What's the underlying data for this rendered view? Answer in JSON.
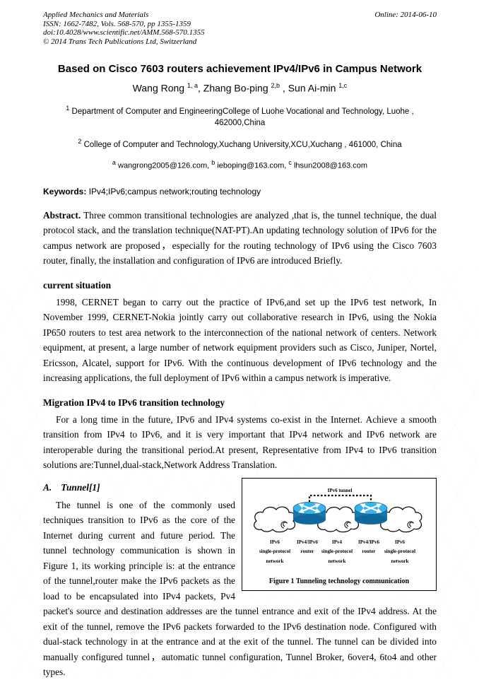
{
  "header": {
    "journal": "Applied Mechanics and Materials",
    "issn_line": "ISSN: 1662-7482, Vols. 568-570, pp 1355-1359",
    "doi_line": "doi:10.4028/www.scientific.net/AMM.568-570.1355",
    "copyright_line": "© 2014 Trans Tech Publications Ltd, Switzerland",
    "online_date": "Online: 2014-06-10"
  },
  "title": "Based on Cisco 7603 routers achievement IPv4/IPv6 in Campus Network",
  "authors": [
    {
      "name": "Wang Rong ",
      "sup": "1, a"
    },
    {
      "name": ", Zhang Bo-ping ",
      "sup": "2,b"
    },
    {
      "name": " , Sun Ai-min ",
      "sup": "1,c"
    }
  ],
  "affiliations": [
    {
      "sup": "1",
      "text": " Department of Computer and EngineeringCollege of Luohe Vocational and Technology, Luohe , 462000,China"
    },
    {
      "sup": "2",
      "text": " College of Computer and Technology,Xuchang University,XCU,Xuchang , 461000, China"
    }
  ],
  "emails": [
    {
      "sup": "a",
      "text": " wangrong2005@126.com, "
    },
    {
      "sup": "b",
      "text": " ieboping@163.com, "
    },
    {
      "sup": "c",
      "text": " lhsun2008@163.com"
    }
  ],
  "keywords": {
    "label": "Keywords:",
    "text": " IPv4;IPv6;campus network;routing technology"
  },
  "abstract": {
    "label": "Abstract.",
    "text": " Three common transitional technologies are analyzed ,that is, the tunnel technique, the dual protocol stack, and the translation technique(NAT-PT).An updating technology solution of IPv6 for the campus network are proposed，especially for the routing technology of IPv6 using the Cisco 7603 router, finally, the installation and configuration of IPv6 are introduced Briefly."
  },
  "sections": [
    {
      "heading": "current situation",
      "paragraph": "1998, CERNET began to carry out the practice of IPv6,and set up the IPv6 test network, In November 1999, CERNET-Nokia jointly carry out collaborative research in IPv6, using the Nokia IP650 routers to test area network to the interconnection of the national network of centers. Network equipment, at present, a large number of network equipment providers such as Cisco, Juniper, Nortel, Ericsson, Alcatel, support for IPv6. With the continuous development of IPv6 technology and the increasing applications, the full deployment of IPv6 within a campus network is imperative."
    },
    {
      "heading": "Migration IPv4 to IPv6 transition technology",
      "paragraph": "For a long time in the future, IPv6 and IPv4 systems co-exist in the Internet. Achieve a smooth transition from IPv4 to IPv6, and it is very important that IPv4 network and IPv6 network are interoperable during the transitional period.At present, Representative from IPv4 to IPv6 transition solutions are:Tunnel,dual-stack,Network Address Translation."
    }
  ],
  "tunnel_subsection": {
    "label": "A.",
    "title": "Tunnel[1]",
    "paragraph": "The tunnel is one of the commonly used techniques transition to IPv6 as the core of the Internet during current and future period. The tunnel technology communication is shown in Figure 1, its working principle is: at the entrance of the tunnel,router make the IPv6 packets as the load to be encapsulated into IPv4 packets, Pv4 packet's source and destination addresses are the tunnel entrance and exit of the IPv4 address. At the exit of the tunnel, remove the IPv6 packets forwarded to the IPv6 destination node. Configured with dual-stack technology in at the entrance and at the exit of the tunnel. The tunnel can be divided into manually configured tunnel，automatic tunnel configuration, Tunnel Broker, 6over4, 6to4 and other types."
  },
  "figure": {
    "caption": "Figure 1 Tunneling technology communication",
    "tunnel_label": "IPv6 tunnel",
    "colors": {
      "router_top": "#3ab3e6",
      "router_body": "#1779ab",
      "router_base": "#10689a"
    },
    "nodes": [
      {
        "type": "cloud",
        "label_lines": [
          "IPv6",
          "single-protocol",
          "network"
        ]
      },
      {
        "type": "router",
        "label_lines": [
          "IPv4/IPv6",
          "router"
        ]
      },
      {
        "type": "cloud",
        "label_lines": [
          "IPv4",
          "single-protocol",
          "network"
        ]
      },
      {
        "type": "router",
        "label_lines": [
          "IPv4/IPv6",
          "router"
        ]
      },
      {
        "type": "cloud",
        "label_lines": [
          "IPv6",
          "single-protocol",
          "network"
        ]
      }
    ]
  }
}
